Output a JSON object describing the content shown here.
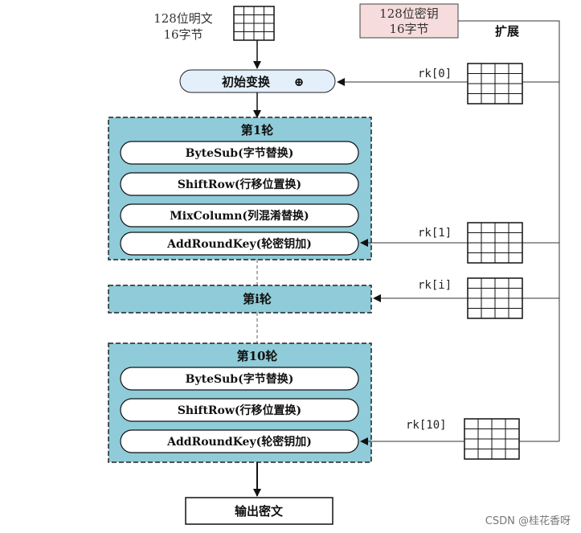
{
  "inputs": {
    "plaintext_line1": "128位明文",
    "plaintext_line2": "16字节",
    "key_line1": "128位密钥",
    "key_line2": "16字节",
    "expand_label": "扩展"
  },
  "initial": {
    "label": "初始变换",
    "symbol": "⊕"
  },
  "round_keys": [
    "rk[0]",
    "rk[1]",
    "rk[i]",
    "rk[10]"
  ],
  "rounds": {
    "round1": {
      "title": "第1轮",
      "steps": [
        "ByteSub(字节替换)",
        "ShiftRow(行移位置换)",
        "MixColumn(列混淆替换)",
        "AddRoundKey(轮密钥加)"
      ]
    },
    "roundi": {
      "title": "第i轮"
    },
    "round10": {
      "title": "第10轮",
      "steps": [
        "ByteSub(字节替换)",
        "ShiftRow(行移位置换)",
        "AddRoundKey(轮密钥加)"
      ]
    }
  },
  "output": {
    "label": "输出密文"
  },
  "watermark": "CSDN @桂花香呀",
  "colors": {
    "round_fill": "#8fcbd8",
    "initial_fill": "#e3effb",
    "key_fill": "#f6dcdc",
    "line": "#333333"
  }
}
